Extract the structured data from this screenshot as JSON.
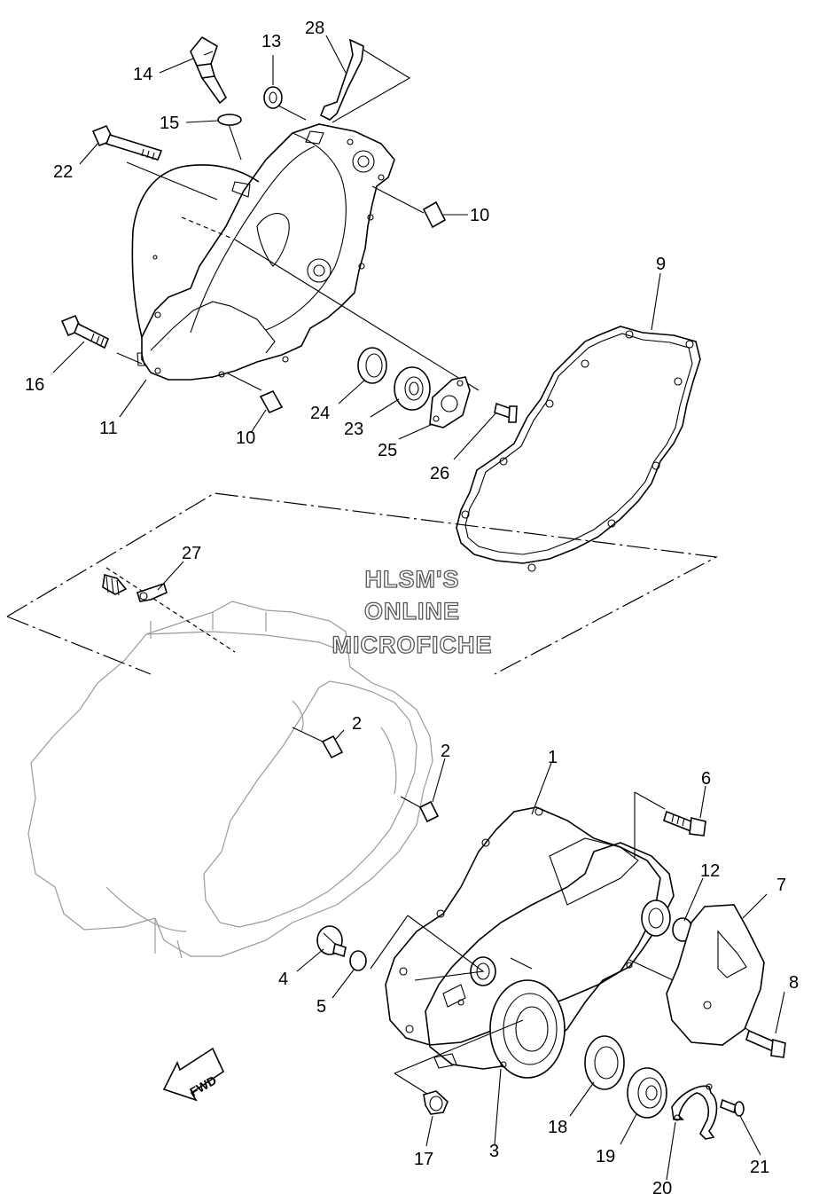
{
  "watermark": {
    "line1": "HLSM'S",
    "line2": "ONLINE",
    "line3": "MICROFICHE"
  },
  "fwd_label": "FWD",
  "callouts": [
    {
      "id": "c14",
      "text": "14"
    },
    {
      "id": "c13",
      "text": "13"
    },
    {
      "id": "c28",
      "text": "28"
    },
    {
      "id": "c15",
      "text": "15"
    },
    {
      "id": "c22",
      "text": "22"
    },
    {
      "id": "c10a",
      "text": "10"
    },
    {
      "id": "c9",
      "text": "9"
    },
    {
      "id": "c16",
      "text": "16"
    },
    {
      "id": "c11",
      "text": "11"
    },
    {
      "id": "c10b",
      "text": "10"
    },
    {
      "id": "c24",
      "text": "24"
    },
    {
      "id": "c23",
      "text": "23"
    },
    {
      "id": "c25",
      "text": "25"
    },
    {
      "id": "c26",
      "text": "26"
    },
    {
      "id": "c27",
      "text": "27"
    },
    {
      "id": "c2a",
      "text": "2"
    },
    {
      "id": "c2b",
      "text": "2"
    },
    {
      "id": "c1",
      "text": "1"
    },
    {
      "id": "c6",
      "text": "6"
    },
    {
      "id": "c12",
      "text": "12"
    },
    {
      "id": "c7",
      "text": "7"
    },
    {
      "id": "c8",
      "text": "8"
    },
    {
      "id": "c4",
      "text": "4"
    },
    {
      "id": "c5",
      "text": "5"
    },
    {
      "id": "c18",
      "text": "18"
    },
    {
      "id": "c19",
      "text": "19"
    },
    {
      "id": "c17",
      "text": "17"
    },
    {
      "id": "c3",
      "text": "3"
    },
    {
      "id": "c20",
      "text": "20"
    },
    {
      "id": "c21",
      "text": "21"
    }
  ]
}
